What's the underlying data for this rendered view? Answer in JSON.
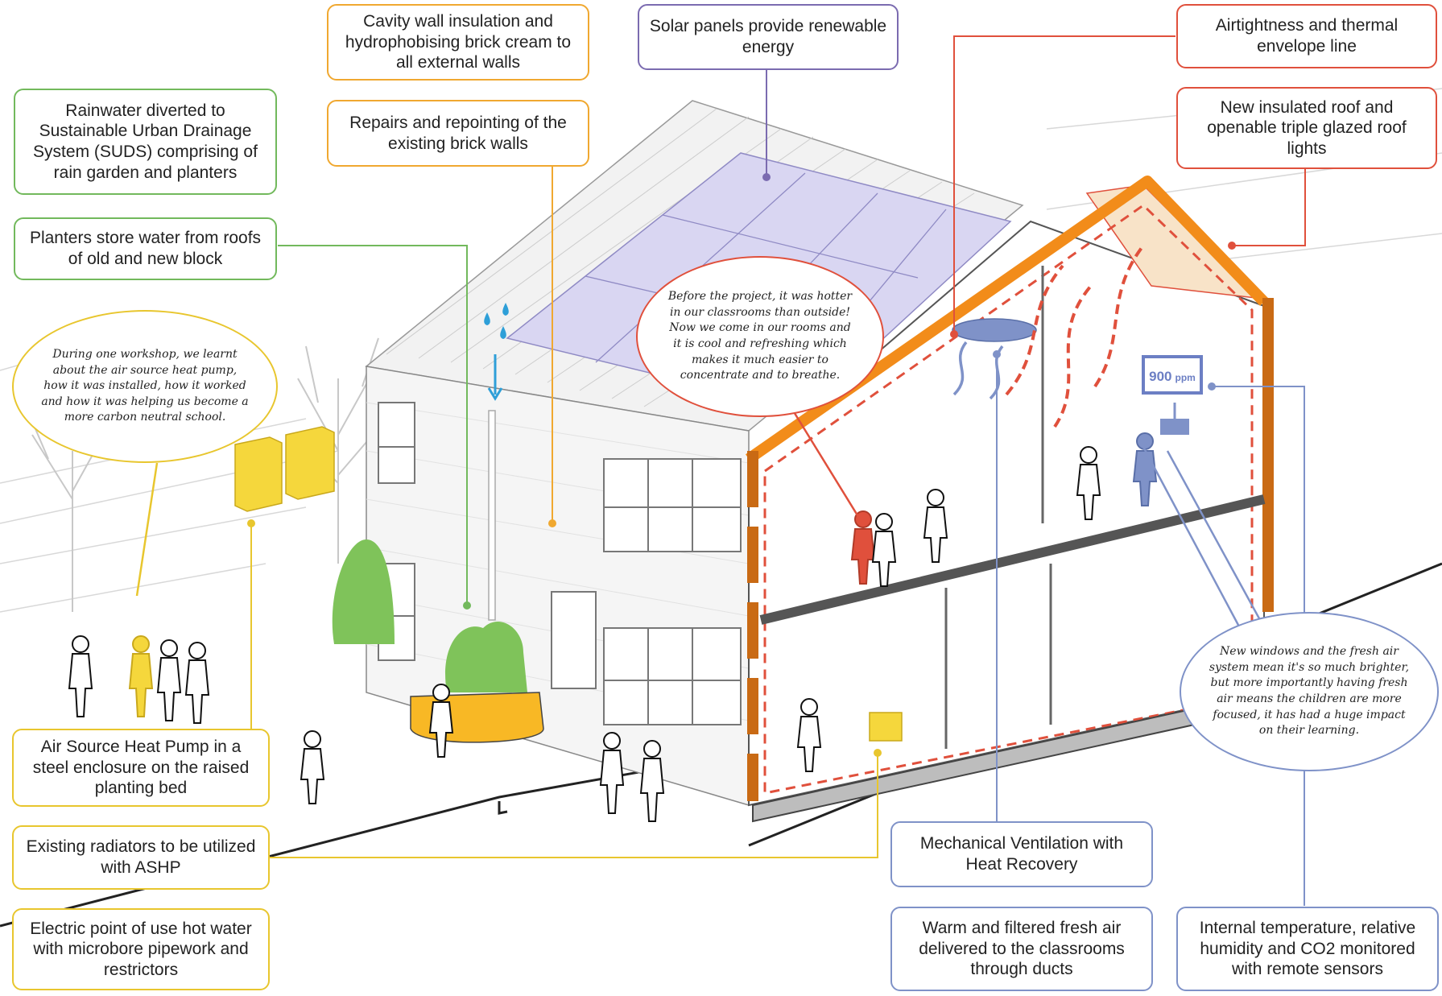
{
  "callouts": {
    "cavity_wall": "Cavity wall insulation and hydrophobising brick cream to all external walls",
    "repairs": "Repairs and repointing of the existing brick walls",
    "solar": "Solar panels provide renewable energy",
    "airtightness": "Airtightness and thermal envelope line",
    "roof": "New insulated roof and openable triple glazed roof lights",
    "rainwater": "Rainwater diverted to Sustainable Urban Drainage System (SUDS) comprising of rain garden and planters",
    "planters": "Planters store water from roofs of old and new block",
    "ashp": "Air Source Heat Pump in a steel enclosure on the raised planting bed",
    "radiators": "Existing radiators to be utilized with ASHP",
    "hot_water": "Electric point of use hot water with microbore pipework and restrictors",
    "mvhr": "Mechanical Ventilation with Heat Recovery",
    "warm_air": "Warm and filtered fresh air delivered to the classrooms through ducts",
    "sensors": "Internal temperature, relative humidity and CO2 monitored with remote sensors"
  },
  "quotes": {
    "workshop": "During one workshop, we learnt about the air source heat pump, how it was installed, how it worked and how it was helping us become a more carbon neutral school.",
    "classroom": "Before the project, it was hotter in our classrooms than outside! Now we come in our rooms and it is cool and refreshing which makes it much easier to concentrate and to breathe.",
    "windows": "New windows and the fresh air system mean it's so much brighter, but more importantly having fresh air means the children are more focused, it has had a huge impact on their learning."
  },
  "sensor_display": {
    "value": "900",
    "unit": "ppm"
  },
  "colors": {
    "green": "#72b95c",
    "orange": "#f0a830",
    "yellow": "#e8c62e",
    "purple": "#7b6bb0",
    "red": "#e0503c",
    "blue": "#7f92c8",
    "insulation": "#f28c1a"
  }
}
